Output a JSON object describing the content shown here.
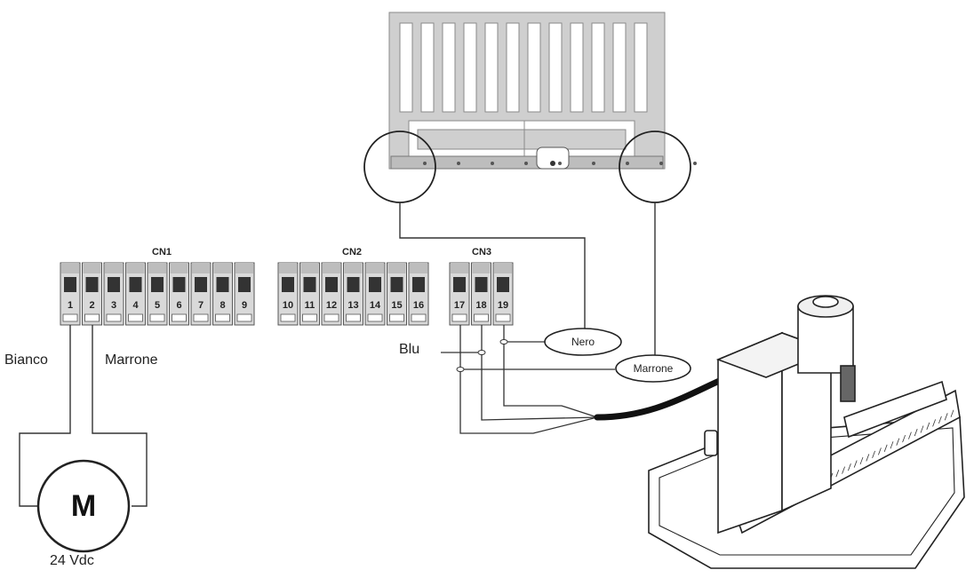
{
  "connectors": [
    {
      "name": "CN1",
      "terminals": [
        "1",
        "2",
        "3",
        "4",
        "5",
        "6",
        "7",
        "8",
        "9"
      ]
    },
    {
      "name": "CN2",
      "terminals": [
        "10",
        "11",
        "12",
        "13",
        "14",
        "15",
        "16"
      ]
    },
    {
      "name": "CN3",
      "terminals": [
        "17",
        "18",
        "19"
      ]
    }
  ],
  "motor": {
    "symbol": "M",
    "voltage": "24 Vdc"
  },
  "wires": {
    "bianco": "Bianco",
    "marrone_motor": "Marrone",
    "blu": "Blu",
    "nero": "Nero",
    "marrone_sensor": "Marrone"
  },
  "colors": {
    "line": "#333333",
    "terminal_body": "#d9d9d9",
    "terminal_slot": "#333333",
    "cable": "#111111"
  }
}
